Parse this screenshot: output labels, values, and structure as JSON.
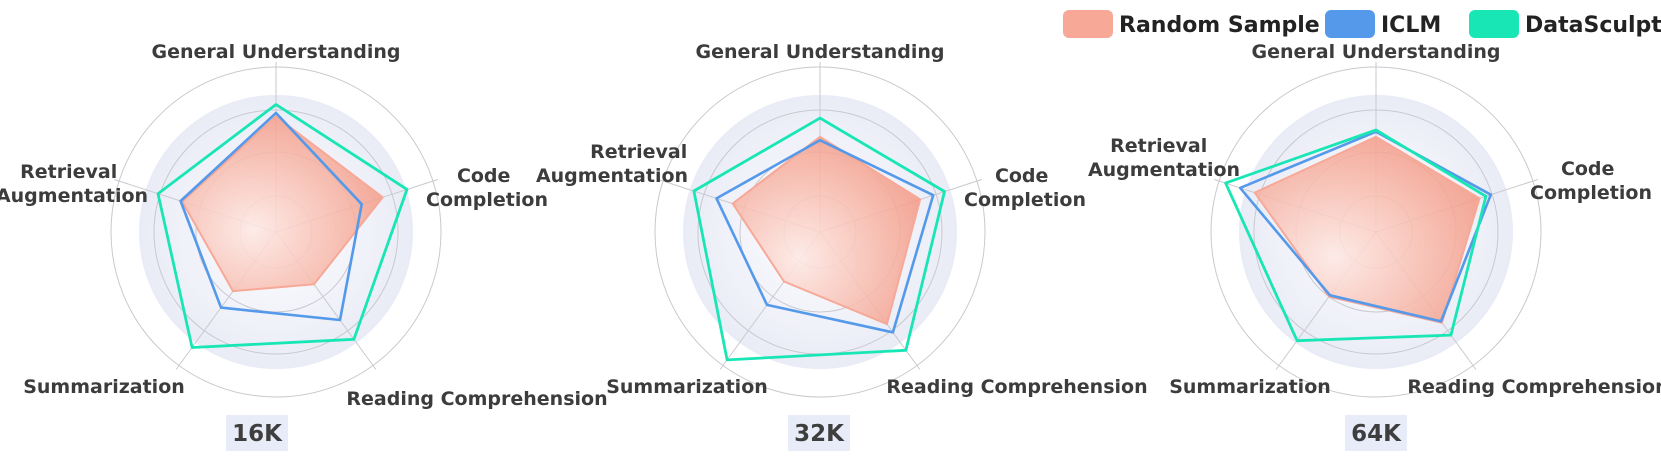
{
  "colors": {
    "random_sample": "#f7a897",
    "iclm": "#5499ea",
    "datasculpt": "#19e6b5",
    "ring": "#c9c9cf",
    "panel_label_bg": "#e8ecf8"
  },
  "legend": [
    {
      "label": "Random Sample",
      "color_key": "random_sample"
    },
    {
      "label": "ICLM",
      "color_key": "iclm"
    },
    {
      "label": "DataSculpt",
      "color_key": "datasculpt"
    }
  ],
  "chart_data": [
    {
      "type": "radar",
      "panel_label": "16K",
      "axes": [
        "General Understanding",
        "Code Completion",
        "Reading Comprehension",
        "Summarization",
        "Retrieval Augmentation"
      ],
      "range": [
        0,
        1
      ],
      "rings": 4,
      "series": [
        {
          "name": "Random Sample",
          "values": [
            0.68,
            0.66,
            0.38,
            0.43,
            0.58
          ]
        },
        {
          "name": "ICLM",
          "values": [
            0.7,
            0.53,
            0.64,
            0.55,
            0.59
          ]
        },
        {
          "name": "DataSculpt",
          "values": [
            0.75,
            0.81,
            0.78,
            0.84,
            0.73
          ]
        }
      ]
    },
    {
      "type": "radar",
      "panel_label": "32K",
      "axes": [
        "General Understanding",
        "Code Completion",
        "Reading Comprehension",
        "Summarization",
        "Retrieval Augmentation"
      ],
      "range": [
        0,
        1
      ],
      "rings": 4,
      "series": [
        {
          "name": "Random Sample",
          "values": [
            0.56,
            0.62,
            0.67,
            0.36,
            0.54
          ]
        },
        {
          "name": "ICLM",
          "values": [
            0.54,
            0.7,
            0.73,
            0.53,
            0.64
          ]
        },
        {
          "name": "DataSculpt",
          "values": [
            0.67,
            0.77,
            0.86,
            0.93,
            0.78
          ]
        }
      ]
    },
    {
      "type": "radar",
      "panel_label": "64K",
      "axes": [
        "General Understanding",
        "Code Completion",
        "Reading Comprehension",
        "Summarization",
        "Retrieval Augmentation"
      ],
      "range": [
        0,
        1
      ],
      "rings": 4,
      "series": [
        {
          "name": "Random Sample",
          "values": [
            0.56,
            0.64,
            0.66,
            0.47,
            0.75
          ]
        },
        {
          "name": "ICLM",
          "values": [
            0.59,
            0.71,
            0.65,
            0.46,
            0.84
          ]
        },
        {
          "name": "DataSculpt",
          "values": [
            0.6,
            0.68,
            0.75,
            0.79,
            0.93
          ]
        }
      ]
    }
  ]
}
